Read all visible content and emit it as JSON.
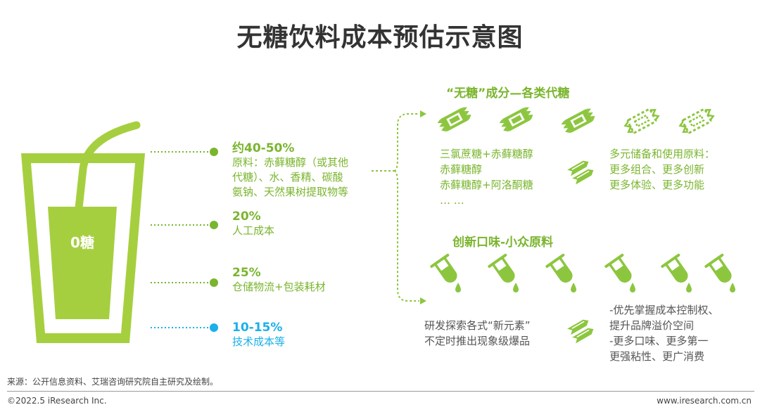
{
  "title": "无糖饮料成本预估示意图",
  "cup_label": "0糖",
  "cost_items": [
    {
      "percent": "约40-50%",
      "lines": [
        "原料：赤藓糖醇（或其他",
        "代糖）、水、香精、碳酸",
        "氨钠、天然果树提取物等"
      ],
      "color": "#7ab52e"
    },
    {
      "percent": "20%",
      "lines": [
        "人工成本"
      ],
      "color": "#7ab52e"
    },
    {
      "percent": "25%",
      "lines": [
        "仓储物流+包装耗材"
      ],
      "color": "#7ab52e"
    },
    {
      "percent": "10-15%",
      "lines": [
        "技术成本等"
      ],
      "color": "#1ab0e8"
    }
  ],
  "sweetener_section": {
    "title": "“无糖”成分—各类代糖",
    "examples": [
      "三氯蔗糖+赤藓糖醇",
      "赤藓糖醇",
      "赤藓糖醇+阿洛酮糖",
      "… …"
    ],
    "result": [
      "多元储备和使用原料：",
      "更多组合、更多创新",
      "更多体验、更多功能"
    ]
  },
  "flavor_section": {
    "title": "创新口味-小众原料",
    "examples": [
      "研发探索各式“新元素”",
      "不定时推出现象级爆品"
    ],
    "result": [
      "-优先掌握成本控制权、",
      "提升品牌溢价空间",
      "-更多口味、更多第一",
      "更强粘性、更广消费"
    ]
  },
  "footer": {
    "source": "来源：公开信息资料、艾瑞咨询研究院自主研究及绘制。",
    "copyright": "©2022.5 iResearch Inc.",
    "website": "www.iresearch.com.cn"
  },
  "colors": {
    "green": "#7ab52e",
    "light_green": "#a6cf3f",
    "blue": "#1ab0e8",
    "dark_text": "#333333"
  }
}
